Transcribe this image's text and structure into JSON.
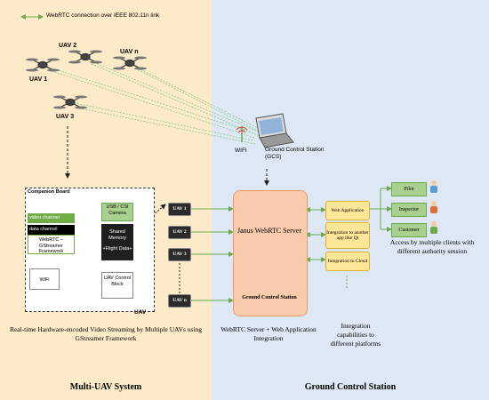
{
  "legend": {
    "text": "WebRTC connection over IEEE 802.11n link"
  },
  "uavs": {
    "uav1": "UAV 1",
    "uav2": "UAV 2",
    "uavn": "UAV n",
    "uav3": "UAV 3"
  },
  "gcs_laptop": {
    "wifi": "WIFI",
    "label": "Ground Control Station (GCS)"
  },
  "companion": {
    "title": "Companion Board",
    "video_channel": "video channel",
    "data_channel": "data channel",
    "framework": "WebRTC – GStreamer Framework",
    "usb_camera": "USB / CSI Camera",
    "shared_memory": "Shared Memory",
    "flight_data": "+Flight Data+",
    "wifi": "WiFi",
    "control_block": "UAV Control Block",
    "uav_label": "UAV"
  },
  "uav_boxes": [
    "UAV 1",
    "UAV 2",
    "UAV 3",
    "UAV n"
  ],
  "server": {
    "title": "Janus WebRTC Server",
    "footer": "Ground Control Station"
  },
  "integration": {
    "web_app": "Web Application",
    "another_app": "Integration to another app like Qt",
    "cloud": "Integration to Cloud"
  },
  "clients": [
    "Pilot",
    "Inspector",
    "Customer"
  ],
  "access_text": "Access by multiple clients with different authority session",
  "captions": {
    "left": "Real-time Hardware-encoded Video Streaming by Multiple UAVs using GStreamer Framework",
    "middle": "WebRTC Server + Web Application Integration",
    "right": "Integration capabilities to different platforms"
  },
  "section_titles": {
    "left": "Multi-UAV System",
    "right": "Ground Control Station"
  },
  "colors": {
    "left_panel": "#fdeac8",
    "right_panel": "#dde8f4",
    "server": "#f8cbad",
    "link_green": "#6aa84f"
  }
}
